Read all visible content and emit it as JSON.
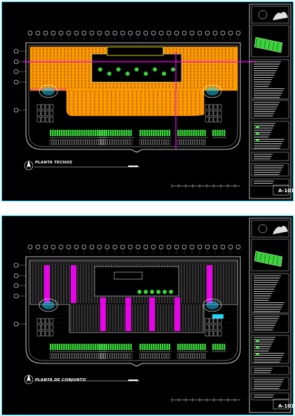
{
  "sheets": [
    {
      "id": "sheet-1",
      "plan_title": "PLANTA TECHOS",
      "sheet_number": "A-101",
      "roof_color": "#ff9900",
      "accent_color": "#ff00ff"
    },
    {
      "id": "sheet-2",
      "plan_title": "PLANTA DE CONJUNTO",
      "sheet_number": "A-101",
      "roof_color": "#cccccc",
      "accent_color": "#ff00ff"
    }
  ],
  "colors": {
    "background": "#000000",
    "frame": "#1fd6ff",
    "linework": "#ffffff",
    "parking": "#3bd43b",
    "marker": "#ffff00"
  }
}
